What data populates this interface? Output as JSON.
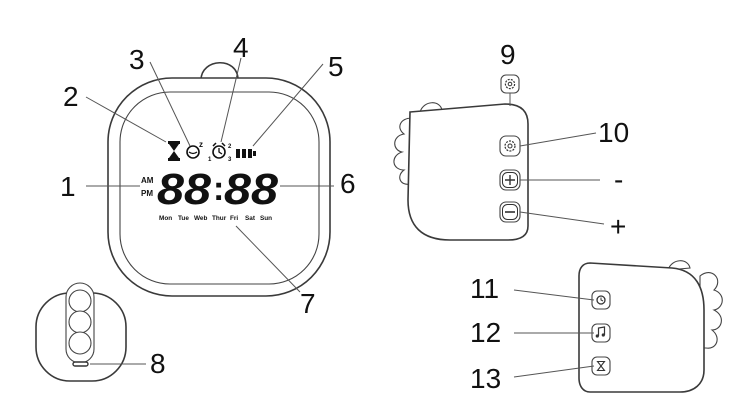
{
  "callouts": {
    "c1": "1",
    "c2": "2",
    "c3": "3",
    "c4": "4",
    "c5": "5",
    "c6": "6",
    "c7": "7",
    "c8": "8",
    "c9": "9",
    "c10": "10",
    "c11": "11",
    "c12": "12",
    "c13": "13"
  },
  "side_marks": {
    "minus": "-",
    "plus": "+"
  },
  "display": {
    "am": "AM",
    "pm": "PM",
    "time_left": "88",
    "colon": ":",
    "time_right": "88",
    "snooze_z": "z",
    "alarm_sub_top": "2",
    "alarm_sub_left": "1",
    "alarm_sub_bottom": "3",
    "days": [
      "Mon",
      "Tue",
      "Web",
      "Thur",
      "Fri",
      "Sat",
      "Sun"
    ]
  },
  "icons": {
    "hourglass": "hourglass-icon",
    "snooze": "snooze-icon",
    "alarm": "alarm-clock-icon",
    "battery": "battery-icon",
    "gear": "gear-icon",
    "plus": "plus-icon",
    "minus": "minus-icon",
    "clock": "clock-icon",
    "music": "music-note-icon",
    "timer": "hourglass-icon"
  },
  "colors": {
    "line": "#3a3a3a",
    "text": "#111111"
  }
}
